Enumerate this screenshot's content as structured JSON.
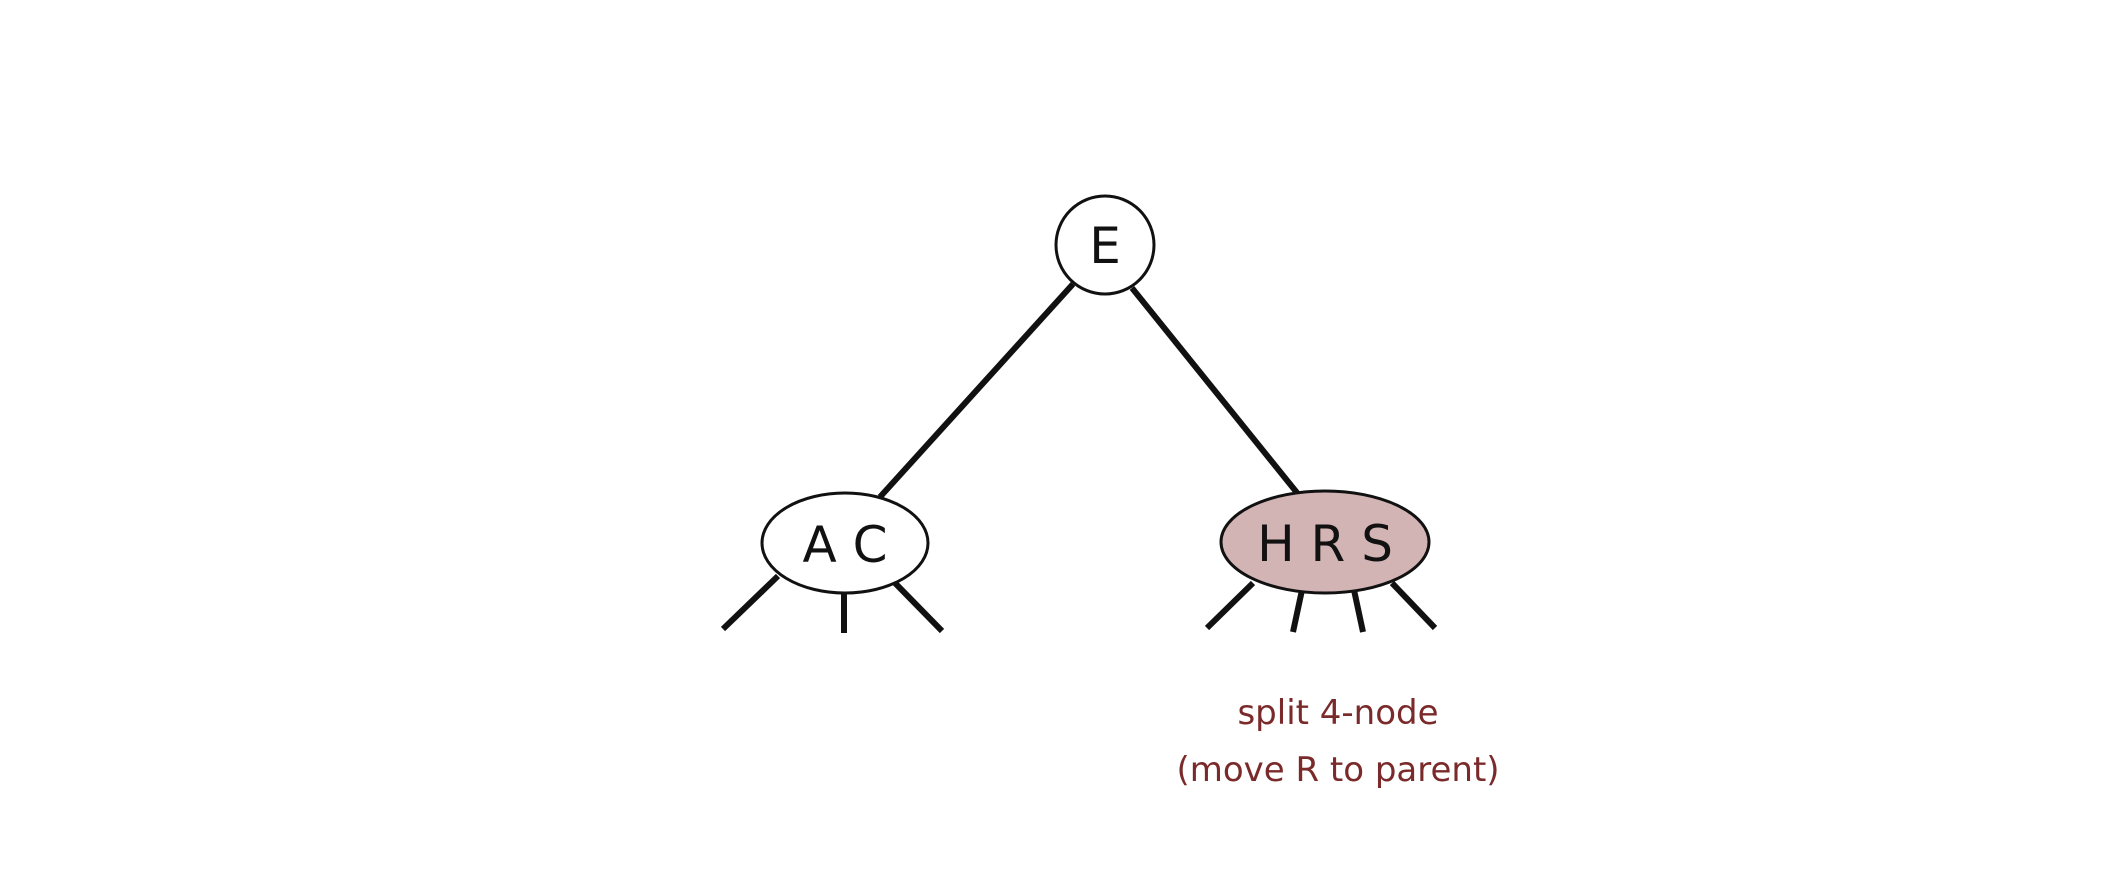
{
  "nodes": {
    "root": {
      "label": "E"
    },
    "left": {
      "label": "A C"
    },
    "right": {
      "label": "H R S"
    }
  },
  "annotation": {
    "line1": "split 4-node",
    "line2": "(move R to parent)"
  },
  "colors": {
    "highlight_fill": "#d3b4b4",
    "annotation_text": "#7a2a2a",
    "stroke": "#111111",
    "background": "#ffffff"
  }
}
